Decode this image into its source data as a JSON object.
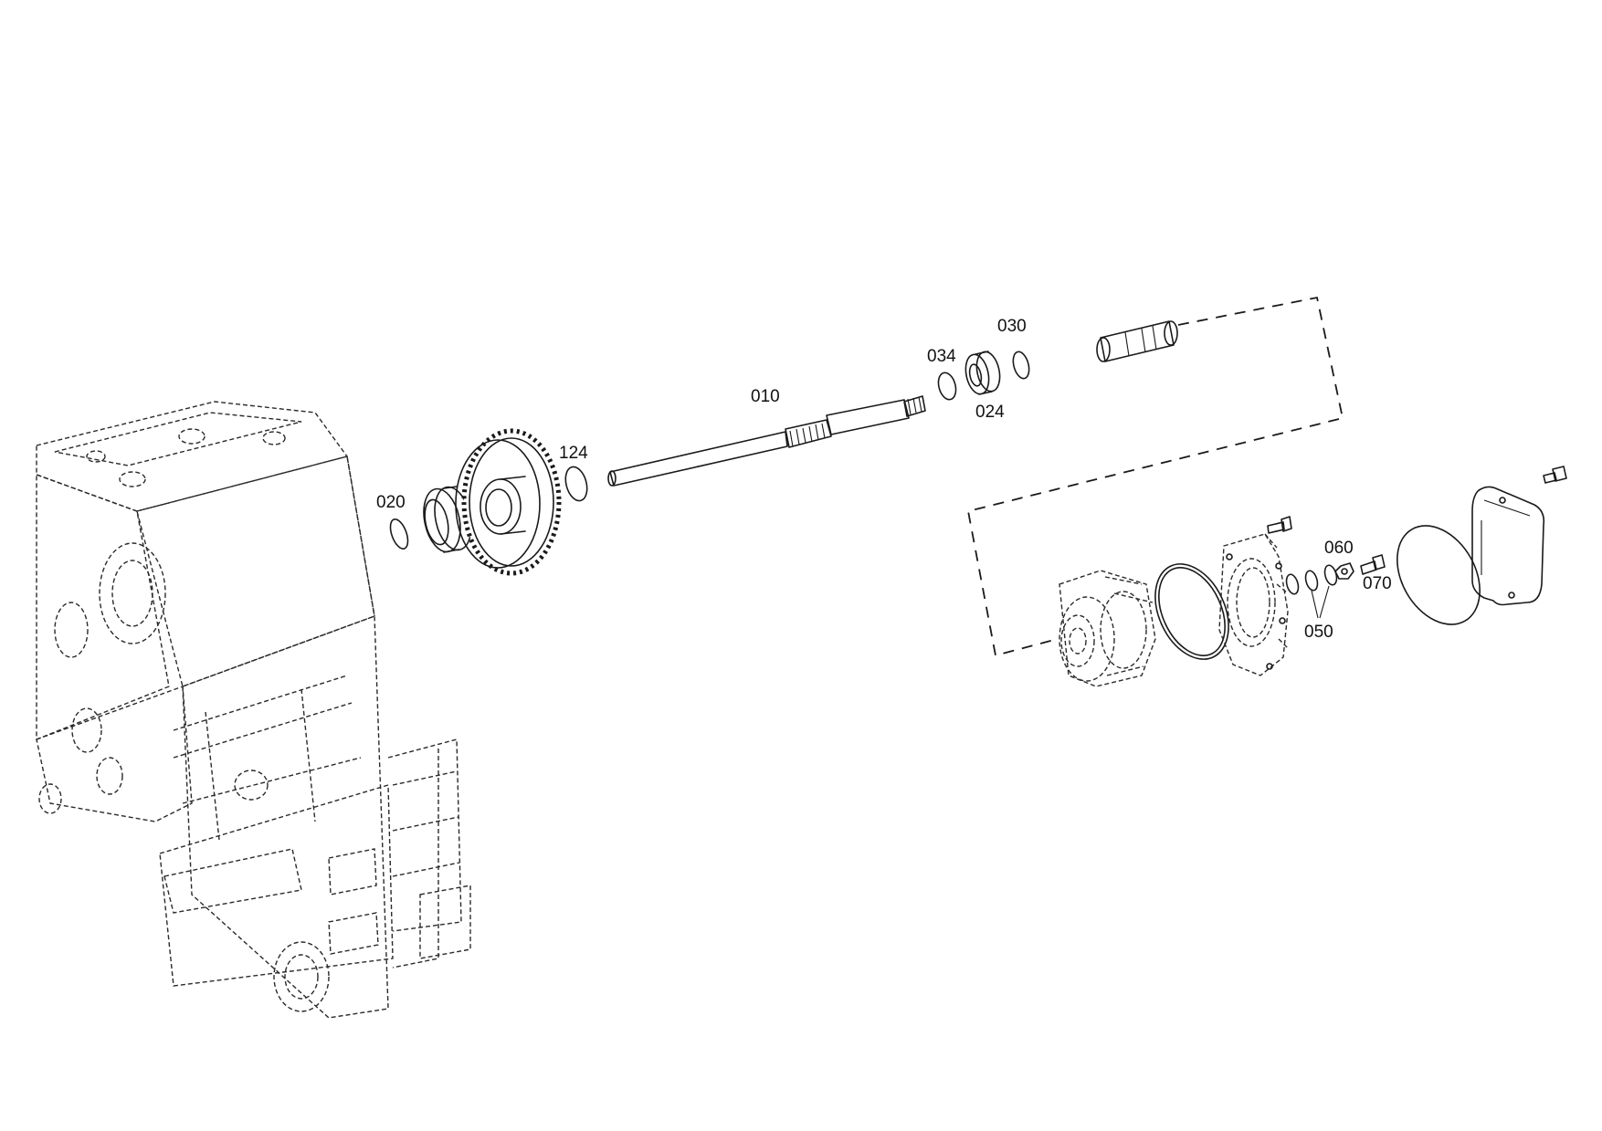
{
  "diagram": {
    "labels": {
      "p010": "010",
      "p020": "020",
      "p024": "024",
      "p030": "030",
      "p034": "034",
      "p050": "050",
      "p060": "060",
      "p070": "070",
      "p124": "124"
    }
  }
}
